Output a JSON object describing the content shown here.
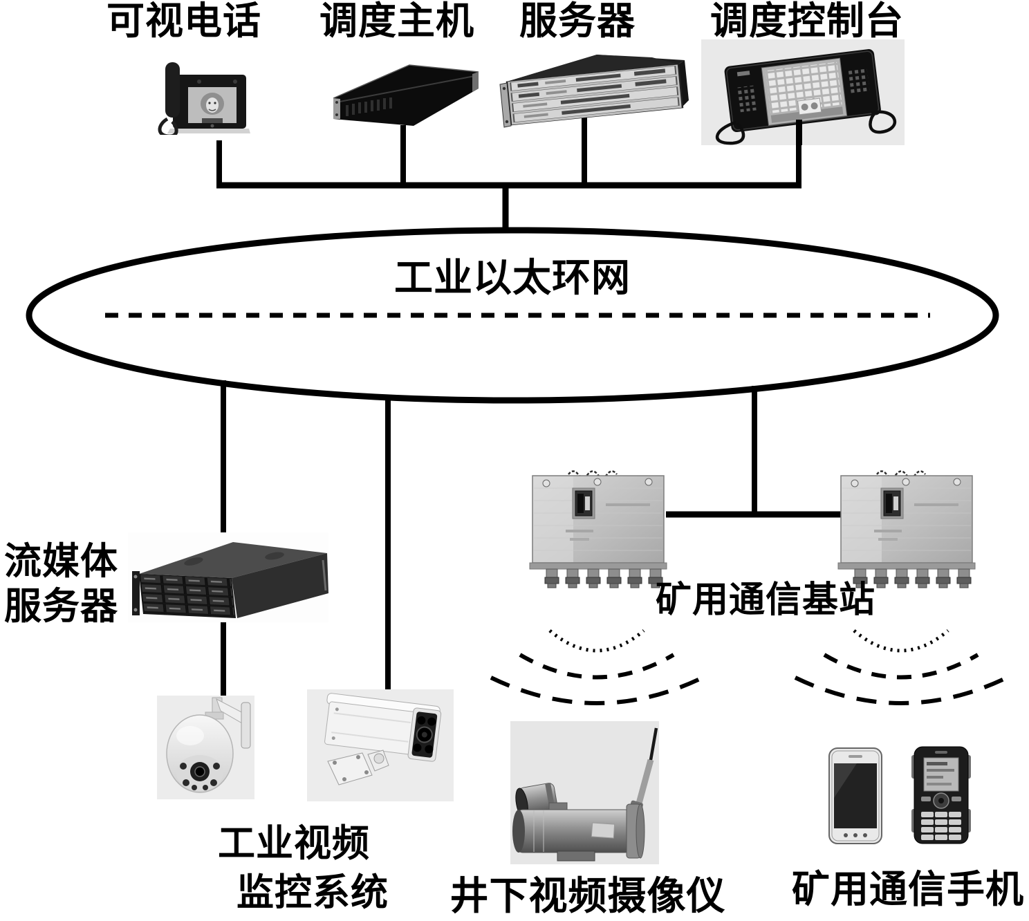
{
  "diagram": {
    "title": "工业以太环网",
    "type": "network-topology"
  },
  "labels": {
    "videophone": "可视电话",
    "dispatch_host": "调度主机",
    "server": "服务器",
    "dispatch_console": "调度控制台",
    "ring_network": "工业以太环网",
    "streaming_line1": "流媒体",
    "streaming_line2": "服务器",
    "base_station": "矿用通信基站",
    "video_surveillance_line1": "工业视频",
    "video_surveillance_line2": "监控系统",
    "underground_camera": "井下视频摄像仪",
    "mine_phone": "矿用通信手机"
  },
  "colors": {
    "line": "#000000",
    "background": "#ffffff",
    "photo_background": "#ececec"
  }
}
